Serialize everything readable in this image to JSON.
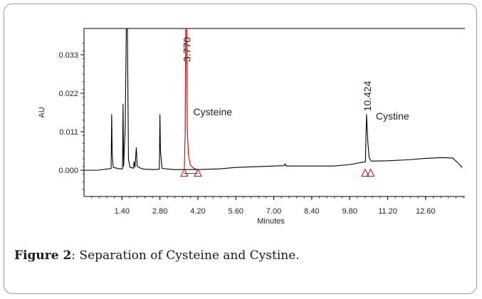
{
  "figure": {
    "label": "Figure 2",
    "text": ": Separation of Cysteine and Cystine."
  },
  "chart_data": {
    "type": "line",
    "xlabel": "Minutes",
    "ylabel": "AU",
    "xlim": [
      0.0,
      14.05
    ],
    "ylim": [
      -0.0075,
      0.0405
    ],
    "x_ticks": [
      1.4,
      2.8,
      4.2,
      5.6,
      7.0,
      8.4,
      9.8,
      11.2,
      12.6
    ],
    "x_tick_labels": [
      "1.40",
      "2.80",
      "4.20",
      "5.60",
      "7.00",
      "8.40",
      "9.80",
      "11.20",
      "12.60"
    ],
    "y_ticks": [
      0.0,
      0.011,
      0.022,
      0.033
    ],
    "y_tick_labels": [
      "0.000",
      "0.011",
      "0.022",
      "0.033"
    ],
    "series": [
      {
        "color": "#000000",
        "points": [
          [
            0.0,
            0.0
          ],
          [
            0.5,
            0.0
          ],
          [
            1.0,
            0.0005
          ],
          [
            1.02,
            0.016
          ],
          [
            1.04,
            0.0045
          ],
          [
            1.08,
            0.0008
          ],
          [
            1.2,
            0.0006
          ],
          [
            1.3,
            0.0004
          ],
          [
            1.42,
            0.0004
          ],
          [
            1.44,
            0.019
          ],
          [
            1.46,
            0.001
          ],
          [
            1.52,
            0.012
          ],
          [
            1.56,
            0.0405
          ],
          [
            1.6,
            0.0405
          ],
          [
            1.64,
            0.003
          ],
          [
            1.7,
            0.0008
          ],
          [
            1.82,
            0.0006
          ],
          [
            1.85,
            0.0025
          ],
          [
            1.88,
            0.0008
          ],
          [
            1.93,
            0.0065
          ],
          [
            1.96,
            0.0012
          ],
          [
            2.05,
            0.0007
          ],
          [
            2.2,
            0.0003
          ],
          [
            2.6,
            0.0002
          ],
          [
            2.78,
            0.0003
          ],
          [
            2.8,
            0.016
          ],
          [
            2.82,
            0.0055
          ],
          [
            2.88,
            0.0005
          ],
          [
            3.3,
            0.0002
          ],
          [
            3.77,
            0.0002
          ],
          [
            4.2,
            0.0002
          ],
          [
            5.0,
            0.0004
          ],
          [
            5.6,
            0.0008
          ],
          [
            6.3,
            0.001
          ],
          [
            7.0,
            0.0012
          ],
          [
            7.38,
            0.0013
          ],
          [
            7.42,
            0.0018
          ],
          [
            7.46,
            0.0012
          ],
          [
            8.4,
            0.0012
          ],
          [
            9.2,
            0.0012
          ],
          [
            9.8,
            0.0016
          ],
          [
            10.2,
            0.0022
          ],
          [
            10.38,
            0.0024
          ],
          [
            10.42,
            0.016
          ],
          [
            10.47,
            0.008
          ],
          [
            10.52,
            0.0035
          ],
          [
            10.6,
            0.0026
          ],
          [
            11.2,
            0.0027
          ],
          [
            12.0,
            0.003
          ],
          [
            12.6,
            0.0034
          ],
          [
            13.2,
            0.0036
          ],
          [
            13.6,
            0.0035
          ],
          [
            13.8,
            0.002
          ],
          [
            13.95,
            0.0008
          ]
        ]
      },
      {
        "color": "#cc0000",
        "points": [
          [
            3.7,
            0.0002
          ],
          [
            3.73,
            0.01
          ],
          [
            3.75,
            0.0405
          ],
          [
            3.79,
            0.0405
          ],
          [
            3.81,
            0.012
          ],
          [
            3.85,
            0.0045
          ],
          [
            3.92,
            0.0015
          ],
          [
            4.05,
            0.0005
          ],
          [
            4.2,
            0.0002
          ]
        ]
      }
    ],
    "peaks": [
      {
        "rt": 3.77,
        "rt_label": "3.770",
        "name": "Cysteine",
        "start": 3.7,
        "end": 4.2
      },
      {
        "rt": 10.424,
        "rt_label": "10.424",
        "name": "Cystine",
        "start": 10.37,
        "end": 10.57
      }
    ]
  }
}
